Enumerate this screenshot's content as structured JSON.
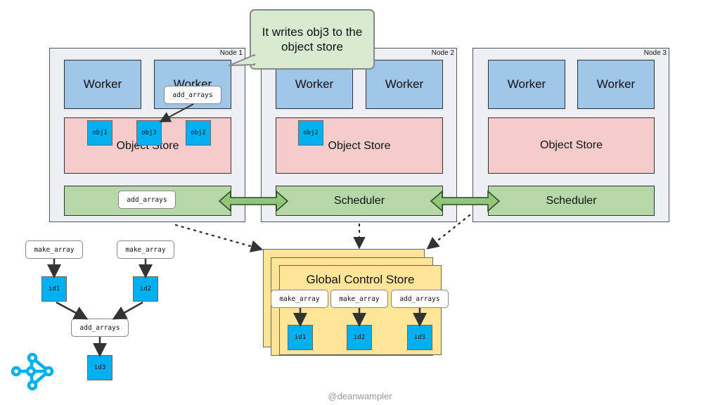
{
  "nodes": [
    {
      "label": "Node 1",
      "workers": [
        "Worker",
        "Worker"
      ],
      "store": "Object Store",
      "store_objects": [
        "obj1",
        "obj3",
        "obj2"
      ],
      "scheduler_task": "add_arrays",
      "worker_task": "add_arrays"
    },
    {
      "label": "Node 2",
      "workers": [
        "Worker",
        "Worker"
      ],
      "store": "Object Store",
      "store_objects": [
        "obj2"
      ],
      "scheduler": "Scheduler"
    },
    {
      "label": "Node 3",
      "workers": [
        "Worker",
        "Worker"
      ],
      "store": "Object Store",
      "scheduler": "Scheduler"
    }
  ],
  "callout": "It writes obj3 to the object store",
  "gcs": {
    "title": "Global Control Store",
    "tasks": [
      "make_array",
      "make_array",
      "add_arrays"
    ],
    "ids": [
      "id1",
      "id2",
      "id3"
    ]
  },
  "task_graph": {
    "make_a": "make_array",
    "make_b": "make_array",
    "id_a": "id1",
    "id_b": "id2",
    "add": "add_arrays",
    "id_out": "id3"
  },
  "footer": "@deanwampler",
  "logo": "ray-logo"
}
